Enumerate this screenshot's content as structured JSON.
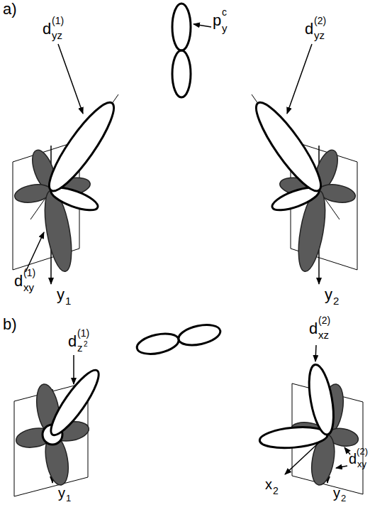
{
  "diagram": {
    "labels": [
      "a)",
      "d",
      "(1)",
      "yz",
      "p",
      "c",
      "y",
      "d",
      "(2)",
      "yz",
      "d",
      "(1)",
      "xy",
      "y",
      "1",
      "y",
      "2",
      "b)",
      "d",
      "(1)",
      "z",
      "2",
      "d",
      "(2)",
      "xz",
      "d",
      "(2)",
      "xy",
      "x",
      "2",
      "y",
      "1",
      "y",
      "2"
    ]
  }
}
